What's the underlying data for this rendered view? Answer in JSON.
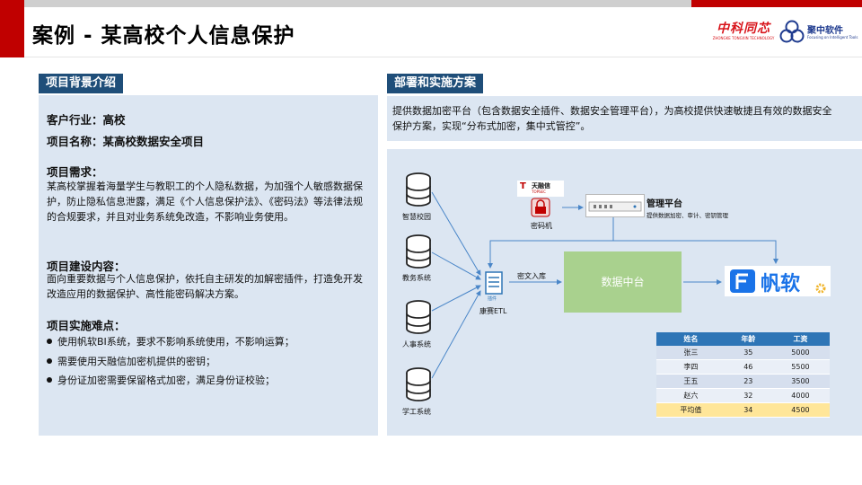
{
  "title": "案例 - 某高校个人信息保护",
  "logos": {
    "zhongke": {
      "main": "中科同芯",
      "sub": "ZHONGKE TONGXIN TECHNOLOGY"
    },
    "juzhong": {
      "main": "聚中软件",
      "sub": "Focusing on Intelligent Tools"
    }
  },
  "left": {
    "section_label": "项目背景介绍",
    "industry": "客户行业：高校",
    "project_name": "项目名称：某高校数据安全项目",
    "needs_title": "项目需求：",
    "needs_text": "某高校掌握着海量学生与教职工的个人隐私数据，为加强个人敏感数据保护，防止隐私信息泄露，满足《个人信息保护法》、《密码法》等法律法规的合规要求，并且对业务系统免改造，不影响业务使用。",
    "content_title": "项目建设内容：",
    "content_text": "面向重要数据与个人信息保护，依托自主研发的加解密插件，打造免开发改造应用的数据保护、高性能密码解决方案。",
    "difficulty_title": "项目实施难点：",
    "bullets": [
      "使用帆软BI系统，要求不影响系统使用，不影响运算；",
      "需要使用天融信加密机提供的密钥；",
      "身份证加密需要保留格式加密，满足身份证校验；"
    ]
  },
  "right": {
    "section_label": "部署和实施方案",
    "description": "提供数据加密平台（包含数据安全插件、数据安全管理平台），为高校提供快速敏捷且有效的数据安全保护方案，实现“分布式加密，集中式管控”。",
    "diagram": {
      "sources": [
        "智慧校园",
        "教务系统",
        "人事系统",
        "学工系统"
      ],
      "etl_label": "康赛ETL",
      "etl_plugin_label": "插件",
      "cipher_label": "密文入库",
      "center_label": "数据中台",
      "password_machine_label": "密码机",
      "password_machine_brand": "天融信",
      "password_machine_brand_sub": "TOPSEC",
      "mgmt_title": "管理平台",
      "mgmt_desc": "提供数据加密、审计、密钥管理",
      "fanruan_label": "帆软",
      "table": {
        "headers": [
          "姓名",
          "年龄",
          "工资"
        ],
        "rows": [
          [
            "张三",
            "35",
            "5000"
          ],
          [
            "李四",
            "46",
            "5500"
          ],
          [
            "王五",
            "23",
            "3500"
          ],
          [
            "赵六",
            "32",
            "4000"
          ]
        ],
        "avg_row": [
          "平均值",
          "34",
          "4500"
        ]
      }
    }
  },
  "colors": {
    "accent_red": "#c00000",
    "section_blue": "#1f4e79",
    "panel_bg": "#dce6f2",
    "center_green": "#a9d18e",
    "table_header": "#2e75b6",
    "avg_row": "#ffe699",
    "fanruan_blue": "#1a73e8"
  }
}
